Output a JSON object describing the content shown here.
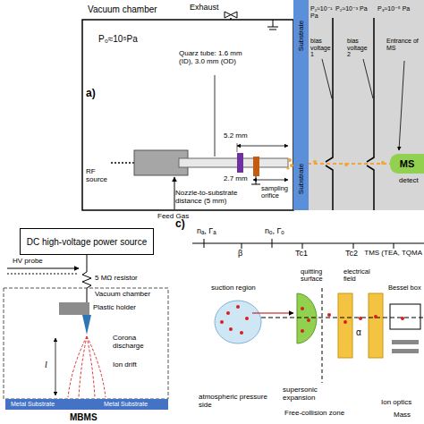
{
  "diagram": {
    "nodes": [
      {
        "text": [
          "DC high-voltage power source"
        ]
      },
      {
        "text": [
          "Substrate",
          "Substrate"
        ]
      },
      {
        "text": [
          "MS"
        ]
      },
      {
        "text": [
          "Metal Substrate",
          "Metal Substrate"
        ]
      }
    ],
    "labels": [
      "a)",
      "Vacuum chamber",
      "Exhaust",
      "P₀≈10⁵Pa",
      "Quarz tube: 1.6 mm (ID), 3.0 mm (OD)",
      "RF source",
      "5.2 mm",
      "2.7 mm",
      "Nozzle-to-substrate distance (5 mm)",
      "sampling orifice",
      "P₁≈10⁻¹ Pa",
      "P₂≈10⁻³ Pa",
      "P₃≈10⁻⁵ Pa",
      "bias voltage 1",
      "bias voltage 2",
      "Entrance of MS",
      "detect",
      "Feed Gas",
      "HV probe",
      "5 MΩ resistor",
      "Vacuum chamber",
      "Plastic holder",
      "Corona discharge",
      "Ion drift",
      "l",
      "MBMS",
      "c)",
      "nₐ, Γₐ",
      "nₒ, Γₒ",
      "β",
      "Tc1",
      "Tc2",
      "TMS (TEA, TQMA",
      "suction region",
      "quitting surface",
      "electrical field",
      "Bessel box",
      "α",
      "atmospheric pressure side",
      "supersonic expansion",
      "Free-collision zone",
      "Ion optics",
      "Mass"
    ]
  }
}
